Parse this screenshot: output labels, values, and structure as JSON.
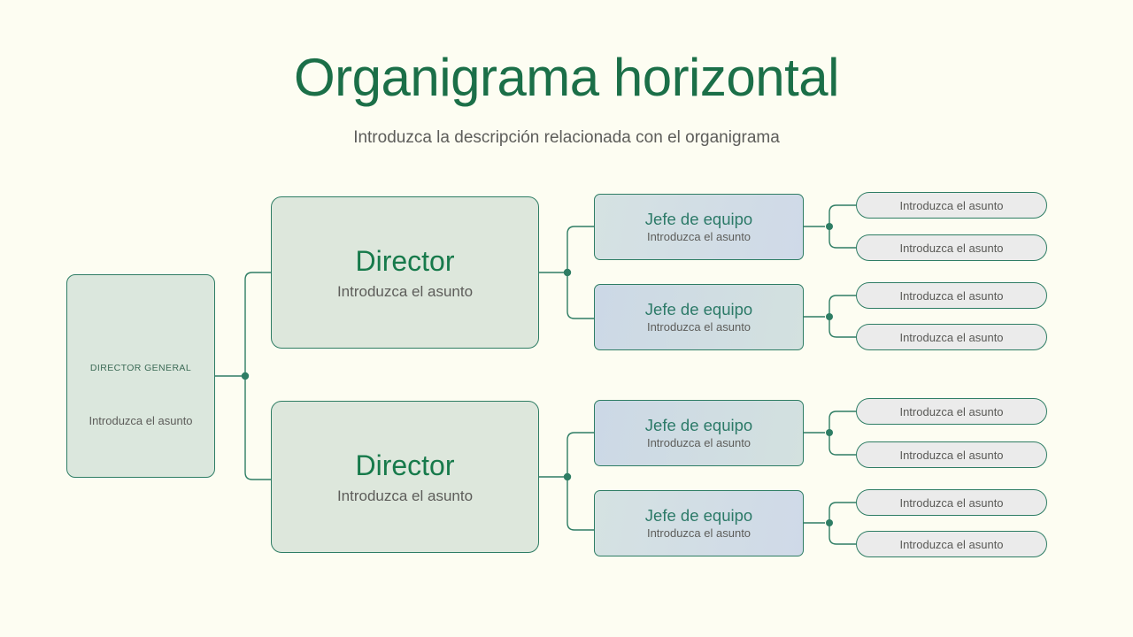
{
  "header": {
    "title": "Organigrama horizontal",
    "subtitle": "Introduzca la descripción relacionada con el organigrama"
  },
  "theme": {
    "background": "#fdfdf2",
    "title_color": "#1b6f48",
    "subtitle_color": "#5d5d5a",
    "connector_color": "#2e7d64",
    "director_fill": "#dde7dc",
    "director_title_color": "#177a4b",
    "jefe_title_color": "#2c7a68",
    "jefe_fill_blue": "#cfd9e8",
    "jefe_fill_green": "#d3e1df",
    "pill_fill": "#ebebeb",
    "node_border": "#2e7d64",
    "body_text_color": "#5d5d5a"
  },
  "chart_data": {
    "type": "diagram",
    "orientation": "horizontal",
    "title": "Organigrama horizontal",
    "levels": [
      "Director general",
      "Director",
      "Jefe de equipo",
      "Asunto"
    ]
  },
  "org": {
    "root": {
      "title": "DIRECTOR GENERAL",
      "subtitle": "Introduzca el asunto"
    },
    "directors": [
      {
        "title": "Director",
        "subtitle": "Introduzca el asunto",
        "teams": [
          {
            "title": "Jefe de equipo",
            "subtitle": "Introduzca el asunto",
            "fill": "blue",
            "leaves": [
              {
                "label": "Introduzca el asunto"
              },
              {
                "label": "Introduzca el asunto"
              }
            ]
          },
          {
            "title": "Jefe de equipo",
            "subtitle": "Introduzca el asunto",
            "fill": "green",
            "leaves": [
              {
                "label": "Introduzca el asunto"
              },
              {
                "label": "Introduzca el asunto"
              }
            ]
          }
        ]
      },
      {
        "title": "Director",
        "subtitle": "Introduzca el asunto",
        "teams": [
          {
            "title": "Jefe de equipo",
            "subtitle": "Introduzca el asunto",
            "fill": "green",
            "leaves": [
              {
                "label": "Introduzca el asunto"
              },
              {
                "label": "Introduzca el asunto"
              }
            ]
          },
          {
            "title": "Jefe de equipo",
            "subtitle": "Introduzca el asunto",
            "fill": "blue",
            "leaves": [
              {
                "label": "Introduzca el asunto"
              },
              {
                "label": "Introduzca el asunto"
              }
            ]
          }
        ]
      }
    ]
  }
}
